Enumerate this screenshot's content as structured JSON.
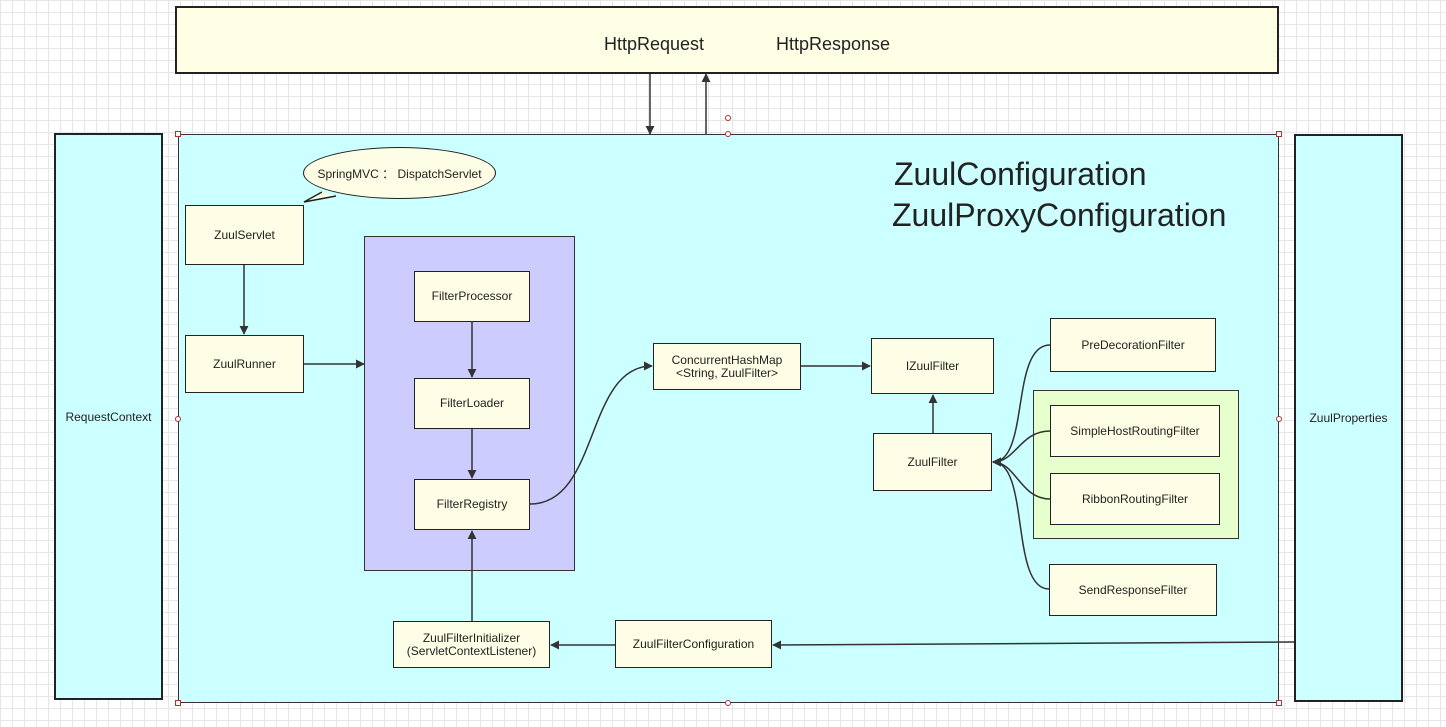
{
  "top": {
    "request": "HttpRequest",
    "response": "HttpResponse"
  },
  "side": {
    "left": "RequestContext",
    "right": "ZuulProperties"
  },
  "titles": {
    "line1": "ZuulConfiguration",
    "line2": "ZuulProxyConfiguration"
  },
  "bubble": "SpringMVC ： DispatchServlet",
  "nodes": {
    "zuul_servlet": "ZuulServlet",
    "zuul_runner": "ZuulRunner",
    "filter_processor": "FilterProcessor",
    "filter_loader": "FilterLoader",
    "filter_registry": "FilterRegistry",
    "chm_line1": "ConcurrentHashMap",
    "chm_line2": "<String, ZuulFilter>",
    "izuul_filter": "IZuulFilter",
    "zuul_filter": "ZuulFilter",
    "pre_decoration_filter": "PreDecorationFilter",
    "simple_host_routing_filter": "SimpleHostRoutingFilter",
    "ribbon_routing_filter": "RibbonRoutingFilter",
    "send_response_filter": "SendResponseFilter",
    "initializer_line1": "ZuulFilterInitializer",
    "initializer_line2": "(ServletContextListener)",
    "zuul_filter_configuration": "ZuulFilterConfiguration"
  }
}
